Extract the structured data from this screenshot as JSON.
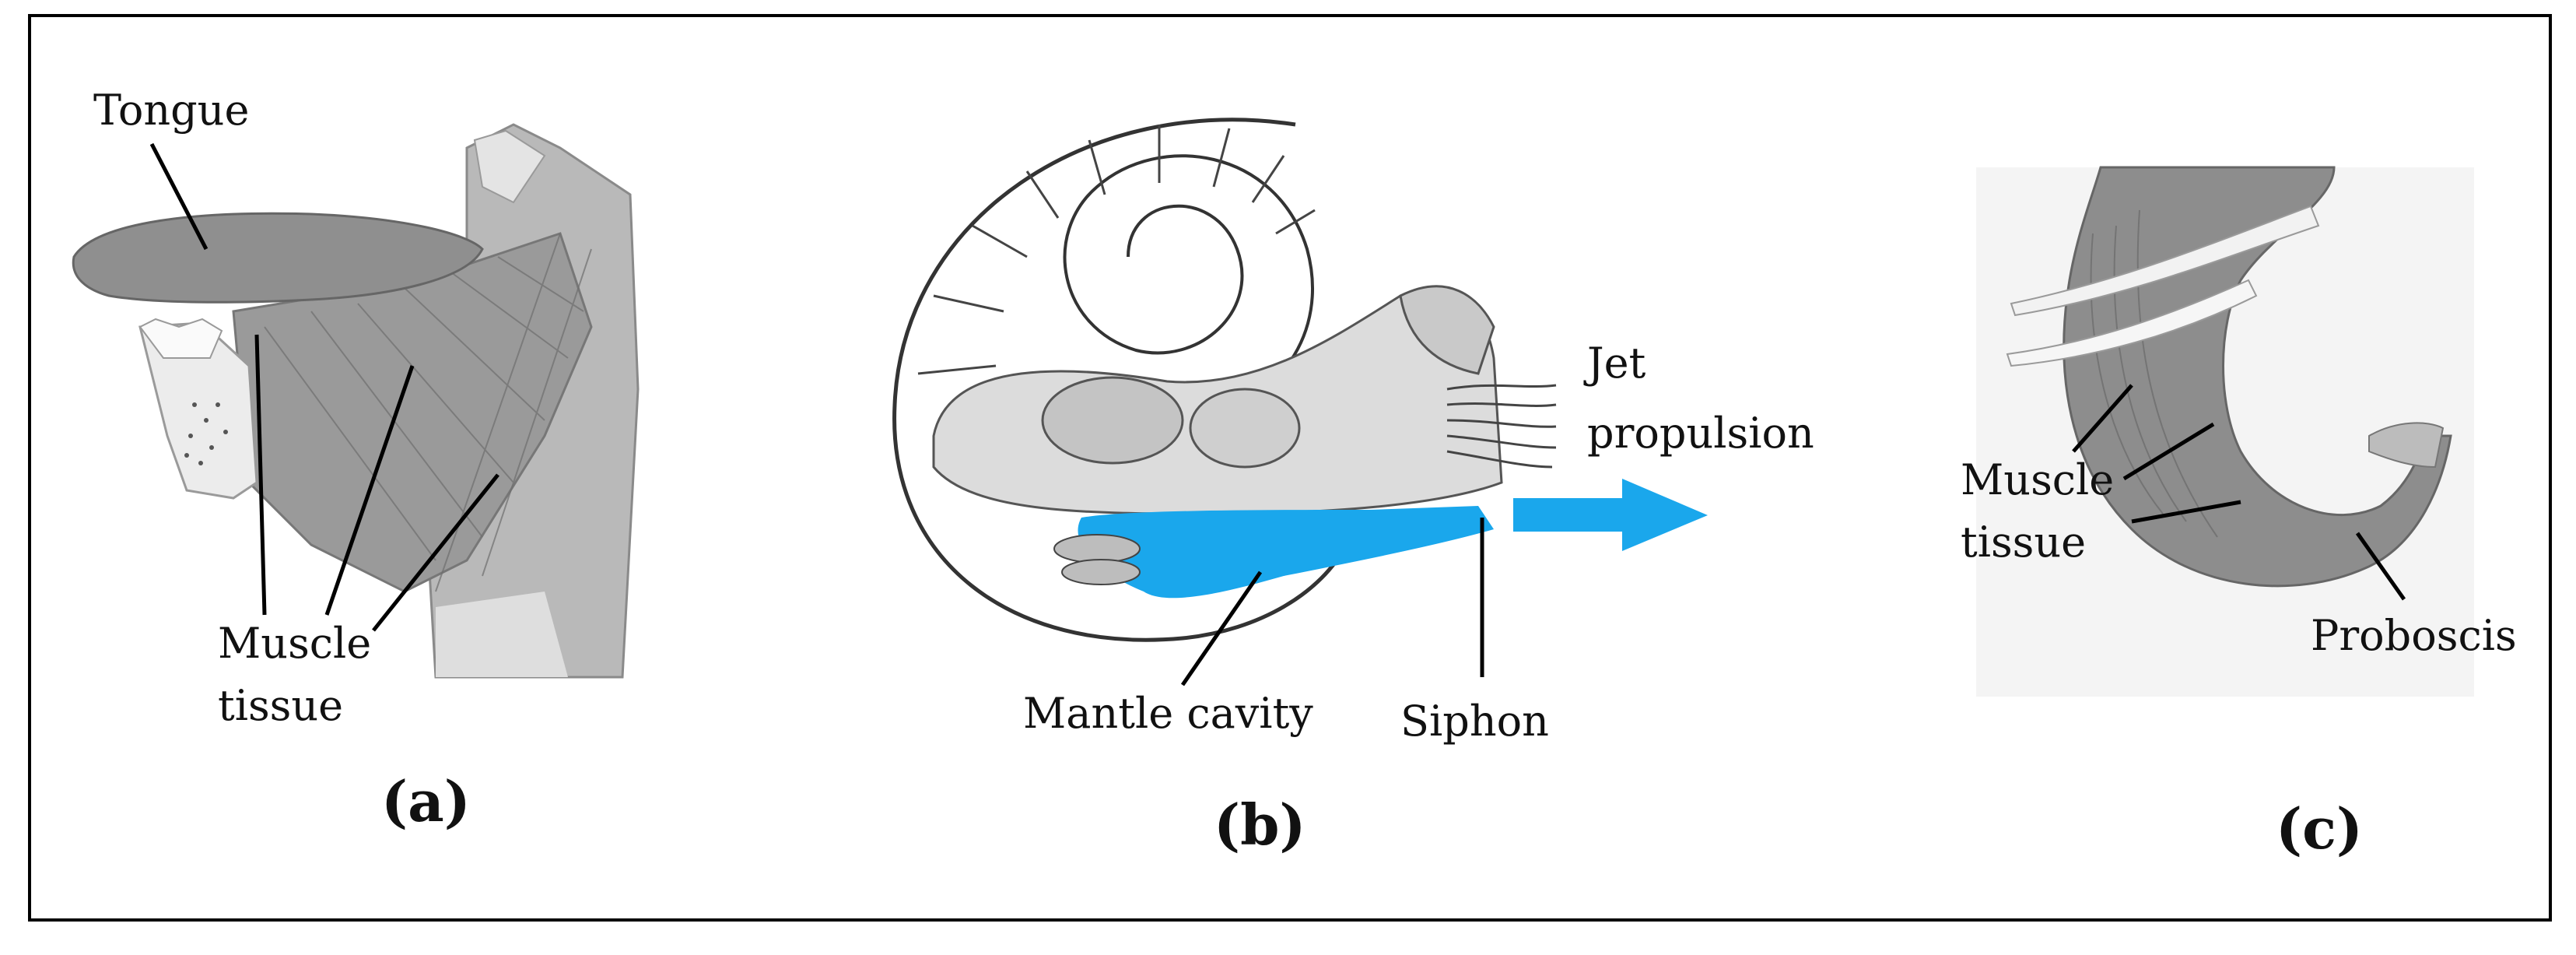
{
  "figure": {
    "panel_a": {
      "caption": "(a)",
      "labels": {
        "tongue": "Tongue",
        "muscle_line1": "Muscle",
        "muscle_line2": "tissue"
      }
    },
    "panel_b": {
      "caption": "(b)",
      "labels": {
        "jet_line1": "Jet",
        "jet_line2": "propulsion",
        "mantle": "Mantle cavity",
        "siphon": "Siphon"
      },
      "highlight_color": "#1aa7ec"
    },
    "panel_c": {
      "caption": "(c)",
      "labels": {
        "muscle_line1": "Muscle",
        "muscle_line2": "tissue",
        "proboscis": "Proboscis"
      }
    }
  }
}
